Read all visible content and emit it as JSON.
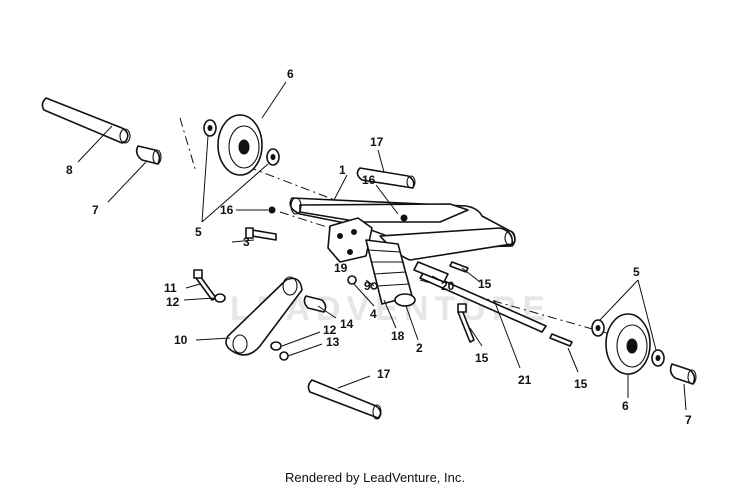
{
  "watermark": "LEADVENTURE",
  "footer": "Rendered by LeadVenture, Inc.",
  "callouts": {
    "c1": "1",
    "c2": "2",
    "c3": "3",
    "c4": "4",
    "c5a": "5",
    "c5b": "5",
    "c6a": "6",
    "c6b": "6",
    "c7a": "7",
    "c7b": "7",
    "c8": "8",
    "c9": "9",
    "c10": "10",
    "c11": "11",
    "c12a": "12",
    "c12b": "12",
    "c13": "13",
    "c14": "14",
    "c15a": "15",
    "c15b": "15",
    "c15c": "15",
    "c16a": "16",
    "c16b": "16",
    "c17a": "17",
    "c17b": "17",
    "c18": "18",
    "c19": "19",
    "c20": "20",
    "c21": "21"
  },
  "colors": {
    "ink": "#111111",
    "paper": "#ffffff",
    "watermark": "#e6e6e6"
  }
}
